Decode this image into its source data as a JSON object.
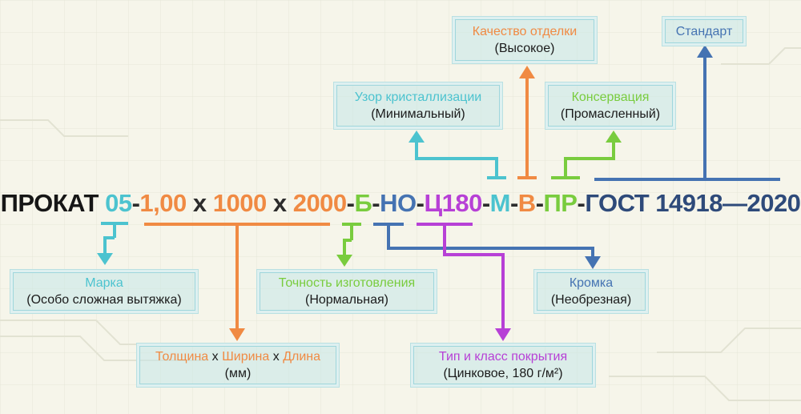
{
  "code": {
    "prefix": "ПРОКАТ",
    "seg_05": "05",
    "dash": "-",
    "seg_thickness": "1,00",
    "x": "x",
    "seg_width": "1000",
    "seg_length": "2000",
    "seg_b": "Б",
    "seg_no": "НО",
    "seg_c180": "Ц180",
    "seg_m": "М",
    "seg_v": "В",
    "seg_pr": "ПР",
    "seg_gost": "ГОСТ 14918—2020"
  },
  "labels": {
    "marka": {
      "title": "Марка",
      "value": "(Особо сложная вытяжка)"
    },
    "size": {
      "t1": "Толщина",
      "x": "х",
      "t2": "Ширина",
      "t3": "Длина",
      "value": "(мм)"
    },
    "accuracy": {
      "title": "Точность изготовления",
      "value": "(Нормальная)"
    },
    "coating": {
      "title": "Тип и класс покрытия",
      "value": "(Цинковое, 180 г/м²)"
    },
    "edge": {
      "title": "Кромка",
      "value": "(Необрезная)"
    },
    "crystal": {
      "title": "Узор кристаллизации",
      "value": "(Минимальный)"
    },
    "finish": {
      "title": "Качество отделки",
      "value": "(Высокое)"
    },
    "conservation": {
      "title": "Консервация",
      "value": "(Промасленный)"
    },
    "standard": {
      "title": "Стандарт"
    }
  },
  "colors": {
    "prefix": "#161616",
    "marka": "#4cc3cf",
    "size": "#f08a43",
    "accuracy": "#79cc3e",
    "edge": "#4573b2",
    "coating": "#b740d6",
    "crystal": "#4cc3cf",
    "finish": "#f08a43",
    "conservation": "#79cc3e",
    "standard": "#4573b2",
    "gost": "#2e4a7a",
    "dash": "#2c2c2c"
  }
}
